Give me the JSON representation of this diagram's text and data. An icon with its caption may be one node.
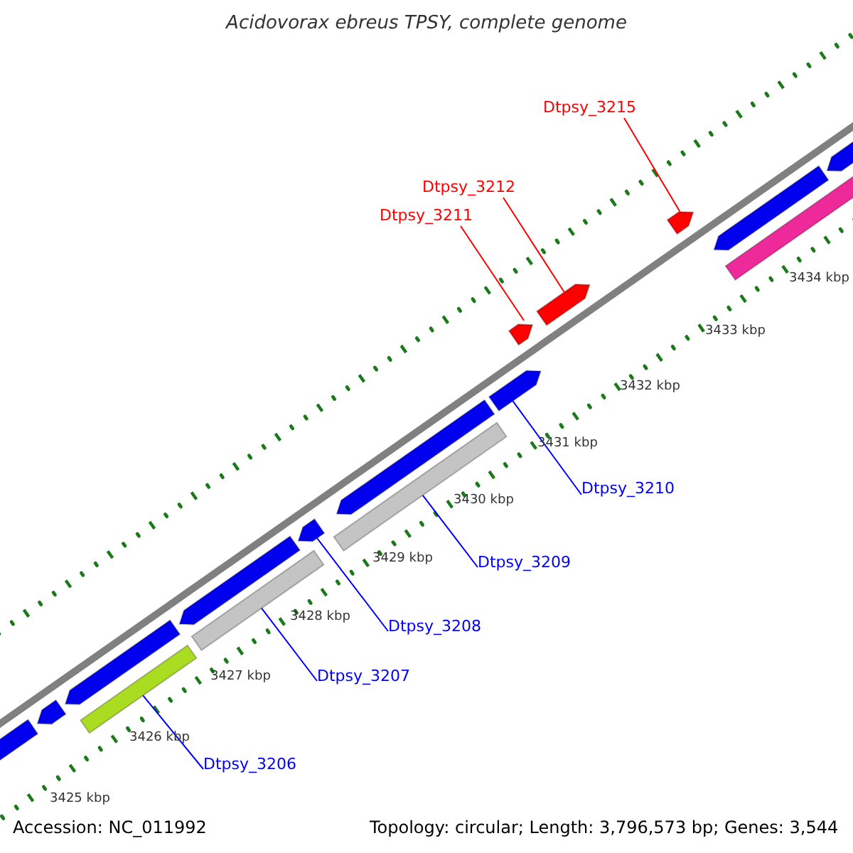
{
  "diagram": {
    "title": "Acidovorax ebreus TPSY, complete genome",
    "nodes": [
      {
        "text": [
          "Dtpsy_3215"
        ]
      },
      {
        "text": [
          "Dtpsy_3212"
        ]
      },
      {
        "text": [
          "Dtpsy_3211"
        ]
      },
      {
        "text": [
          "Dtpsy_3210"
        ]
      },
      {
        "text": [
          "Dtpsy_3209"
        ]
      },
      {
        "text": [
          "Dtpsy_3208"
        ]
      },
      {
        "text": [
          "Dtpsy_3207"
        ]
      },
      {
        "text": [
          "Dtpsy_3206"
        ]
      },
      {
        "text": [],
        "shape": "pentagon"
      },
      {
        "text": [],
        "shape": "pentagon"
      },
      {
        "text": [],
        "shape": "pentagon"
      },
      {
        "text": [],
        "shape": "bar"
      },
      {
        "text": [],
        "shape": "pentagon"
      },
      {
        "text": [],
        "shape": "bar"
      },
      {
        "text": [],
        "shape": "pentagon"
      },
      {
        "text": [],
        "shape": "bar"
      },
      {
        "text": [],
        "shape": "pentagon"
      },
      {
        "text": [],
        "shape": "pentagon"
      },
      {
        "text": [],
        "shape": "pentagon"
      },
      {
        "text": [],
        "shape": "pentagon"
      },
      {
        "text": [],
        "shape": "pentagon"
      },
      {
        "text": [],
        "shape": "pentagon"
      },
      {
        "text": [],
        "shape": "bar"
      },
      {
        "text": [],
        "shape": "pentagon"
      }
    ],
    "edges": [
      {
        "from": 0,
        "to": 20,
        "arrow": "none",
        "color": "#ff0000"
      },
      {
        "from": 1,
        "to": 19,
        "arrow": "none",
        "color": "#ff0000"
      },
      {
        "from": 2,
        "to": 18,
        "arrow": "none",
        "color": "#ff0000"
      },
      {
        "from": 3,
        "to": 17,
        "arrow": "none"
      },
      {
        "from": 4,
        "to": 15,
        "arrow": "none"
      },
      {
        "from": 5,
        "to": 14,
        "arrow": "none"
      },
      {
        "from": 6,
        "to": 13,
        "arrow": "none"
      },
      {
        "from": 7,
        "to": 11,
        "arrow": "none"
      }
    ],
    "labels": [
      "3434 kbp",
      "3433 kbp",
      "3432 kbp",
      "3431 kbp",
      "3430 kbp",
      "3429 kbp",
      "3428 kbp",
      "3427 kbp",
      "3426 kbp",
      "3425 kbp",
      "Accession: NC_011992",
      "Topology: circular; Length: 3,796,573 bp; Genes: 3,544"
    ]
  }
}
